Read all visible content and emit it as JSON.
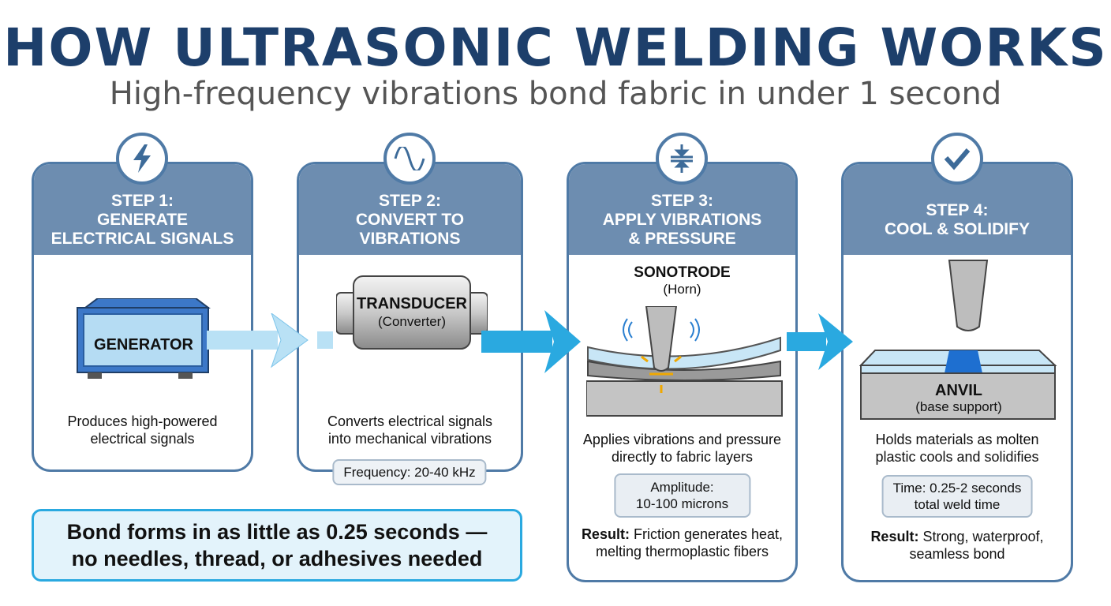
{
  "title": "HOW ULTRASONIC WELDING WORKS",
  "subtitle": "High-frequency vibrations bond fabric in under 1 second",
  "steps": [
    {
      "icon": "lightning-icon",
      "step": "STEP 1:",
      "heading1": "GENERATE",
      "heading2": "ELECTRICAL SIGNALS",
      "device": "GENERATOR",
      "desc1": "Produces high-powered",
      "desc2": "electrical signals"
    },
    {
      "icon": "sine-wave-icon",
      "step": "STEP 2:",
      "heading1": "CONVERT TO",
      "heading2": "VIBRATIONS",
      "device": "TRANSDUCER",
      "device_sub": "(Converter)",
      "desc1": "Converts electrical signals",
      "desc2": "into mechanical vibrations",
      "pill": "Frequency: 20-40 kHz"
    },
    {
      "icon": "compress-icon",
      "step": "STEP 3:",
      "heading1": "APPLY VIBRATIONS",
      "heading2": "& PRESSURE",
      "device": "SONOTRODE",
      "device_sub": "(Horn)",
      "desc1": "Applies vibrations and pressure",
      "desc2": "directly to fabric layers",
      "pill1": "Amplitude:",
      "pill2": "10-100 microns",
      "result_label": "Result:",
      "result1": " Friction generates heat,",
      "result2": "melting thermoplastic fibers"
    },
    {
      "icon": "checkmark-icon",
      "step": "STEP 4:",
      "heading1": "COOL & SOLIDIFY",
      "device": "ANVIL",
      "device_sub": "(base support)",
      "desc1": "Holds materials as molten",
      "desc2": "plastic cools and solidifies",
      "pill1": "Time: 0.25-2 seconds",
      "pill2": "total weld time",
      "result_label": "Result:",
      "result1": " Strong, waterproof,",
      "result2": "seamless bond"
    }
  ],
  "callout": {
    "line1": "Bond forms in as little as 0.25 seconds —",
    "line2": "no needles, thread, or adhesives needed"
  },
  "colors": {
    "title": "#1d3f6b",
    "header": "#6d8db0",
    "border": "#4f7aa6",
    "arrow": "#2aa9e0",
    "callout_bg": "#e3f3fb"
  }
}
